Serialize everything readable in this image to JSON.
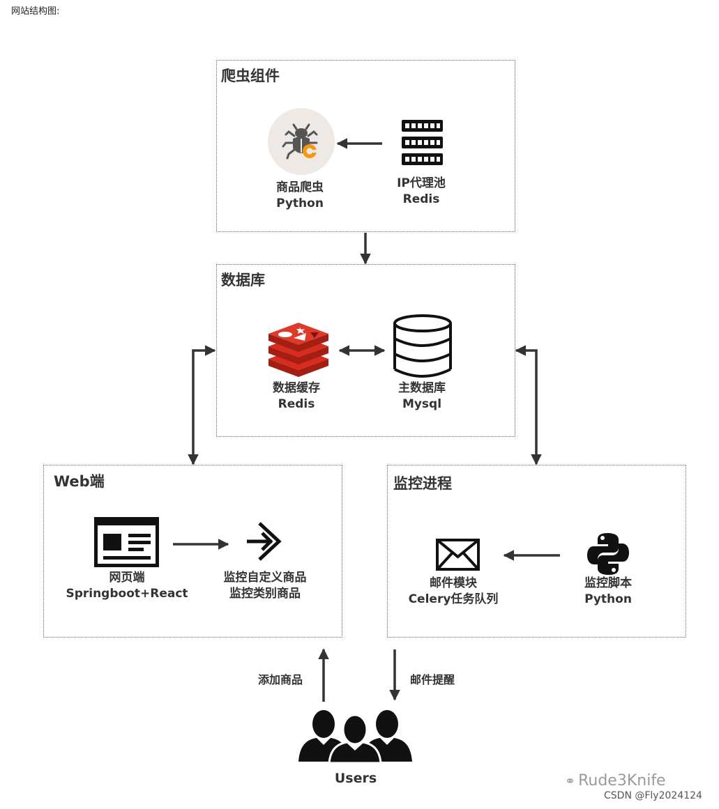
{
  "caption": "网站结构图:",
  "groups": {
    "crawler": {
      "title": "爬虫组件",
      "spider": {
        "line1": "商品爬虫",
        "line2": "Python"
      },
      "proxy": {
        "line1": "IP代理池",
        "line2": "Redis"
      }
    },
    "database": {
      "title": "数据库",
      "cache": {
        "line1": "数据缓存",
        "line2": "Redis"
      },
      "mysql": {
        "line1": "主数据库",
        "line2": "Mysql"
      }
    },
    "web": {
      "title": "Web端",
      "page": {
        "line1": "网页端",
        "line2": "Springboot+React"
      },
      "monitor": {
        "line1": "监控自定义商品",
        "line2": "监控类别商品"
      }
    },
    "monitor": {
      "title": "监控进程",
      "mail": {
        "line1": "邮件模块",
        "line2": "Celery任务队列"
      },
      "script": {
        "line1": "监控脚本",
        "line2": "Python"
      }
    }
  },
  "flows": {
    "add_goods": "添加商品",
    "mail_reminder": "邮件提醒"
  },
  "users": "Users",
  "watermark": {
    "brand": "Rude3Knife",
    "credit": "CSDN @Fly2024124"
  },
  "colors": {
    "arrow": "#333333",
    "redis_red": "#d82c20",
    "spider_bg": "#efe9e6",
    "spider_orange": "#f29a12",
    "border": "#666666"
  }
}
